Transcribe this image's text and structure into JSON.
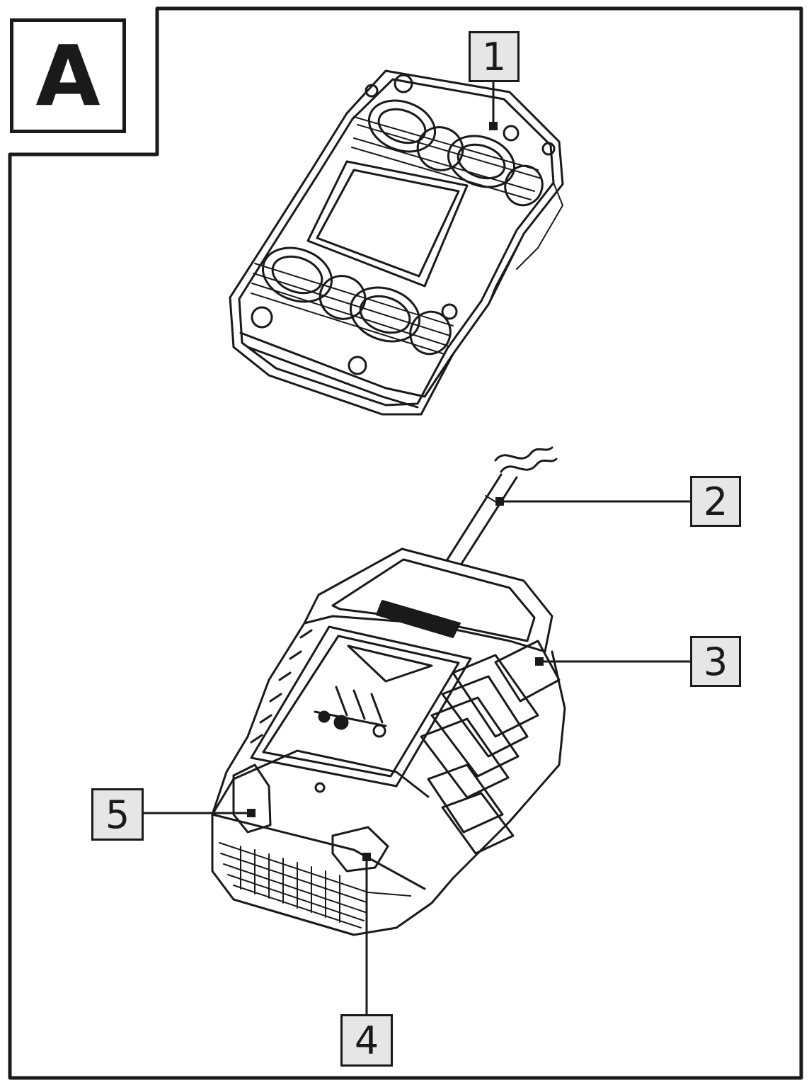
{
  "figure": {
    "letter": "A",
    "callouts": [
      {
        "id": "callout-1",
        "label": "1"
      },
      {
        "id": "callout-2",
        "label": "2"
      },
      {
        "id": "callout-3",
        "label": "3"
      },
      {
        "id": "callout-4",
        "label": "4"
      },
      {
        "id": "callout-5",
        "label": "5"
      }
    ]
  },
  "colors": {
    "line": "#1a1a1a",
    "label_fill": "#e6e6e6",
    "background": "#ffffff"
  },
  "icons": {
    "battery": "battery-pack-icon",
    "charger": "charger-unit-icon"
  }
}
